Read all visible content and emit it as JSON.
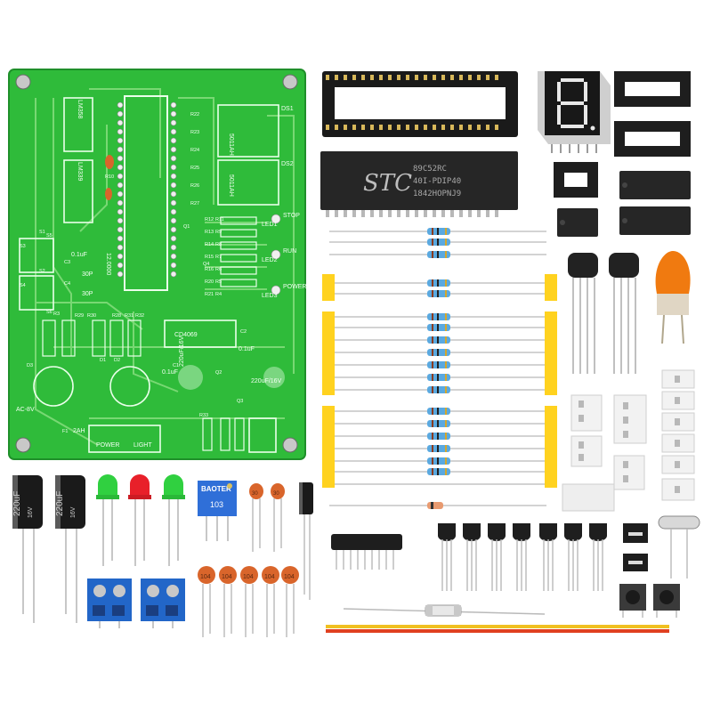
{
  "pcb": {
    "silkscreen": [
      "STOP",
      "RUN",
      "POWER",
      "LED1",
      "LED2",
      "LED3",
      "DS1",
      "DS2",
      "5011AH",
      "5011AH",
      "CD4069",
      "220uF/16V",
      "220uF/16V",
      "LM339",
      "LM358",
      "12.0000",
      "30P",
      "30P",
      "0.1uF",
      "0.1uF",
      "0.1uF",
      "AC-8V",
      "POWER",
      "LIGHT",
      "2AH",
      "R3",
      "R4",
      "R5",
      "R6",
      "R7",
      "R8",
      "R9",
      "R10",
      "R11",
      "R12",
      "R13",
      "R14",
      "R15",
      "R16",
      "R20",
      "R21",
      "R22",
      "R23",
      "R24",
      "R25",
      "R26",
      "R27",
      "R28",
      "R29",
      "R30",
      "R31",
      "R32",
      "R33",
      "S1",
      "S2",
      "S3",
      "S4",
      "S5",
      "S6",
      "Q1",
      "Q2",
      "Q3",
      "Q4",
      "D1",
      "D2",
      "D3",
      "C1",
      "C2",
      "C3",
      "C4",
      "F1"
    ]
  },
  "mcu_chip": {
    "brand": "STC",
    "line1": "89C52RC",
    "line2": "40I-PDIP40",
    "line3": "1842HOPNJ9"
  },
  "capacitors": {
    "big": [
      "220uF",
      "220uF"
    ],
    "big_sub": [
      "16V",
      "16V"
    ],
    "ceramic": [
      "104",
      "104",
      "104",
      "104",
      "104"
    ],
    "small_ceramic": [
      "30",
      "30"
    ]
  },
  "trimmer": {
    "brand": "BAOTER",
    "value": "103"
  },
  "colors": {
    "pcb_green": "#2fbb3a",
    "copper": "#7ee07a",
    "resistor_body": "#5aa9e0",
    "tape_yellow": "#ffd21f",
    "led_red": "#e8202a",
    "led_green": "#30d040",
    "terminal_blue": "#2266c8",
    "cap_orange": "#d9652b"
  }
}
